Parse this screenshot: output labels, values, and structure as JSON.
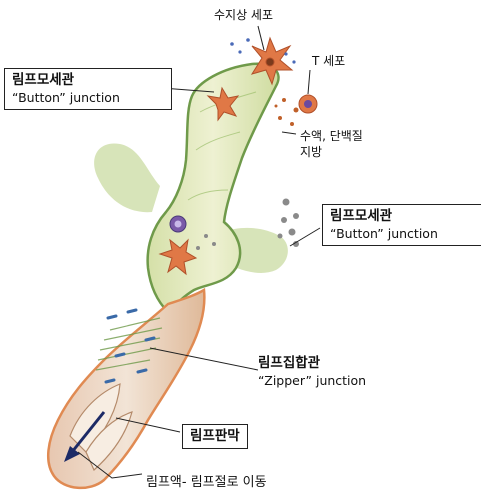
{
  "labels": {
    "dendritic_cell": "수지상 세포",
    "t_cell": "T 세포",
    "fluid": "수액, 단백질\n지방",
    "capillary_1_title": "림프모세관",
    "capillary_1_sub": "“Button” junction",
    "capillary_2_title": "림프모세관",
    "capillary_2_sub": "“Button” junction",
    "collecting_title": "림프집합관",
    "collecting_sub": "“Zipper” junction",
    "valve": "림프판막",
    "flow": "림프액- 림프절로 이동"
  },
  "colors": {
    "vessel_fill": "#e7eccb",
    "vessel_edge": "#6f9a4a",
    "collecting_fill": "#e9d2c0",
    "collecting_edge": "#e08a52",
    "cell_orange": "#e07846",
    "cell_purple": "#7a5aa8",
    "stitch_blue": "#3a6aa8",
    "dot_gray": "#8a8a8a"
  }
}
